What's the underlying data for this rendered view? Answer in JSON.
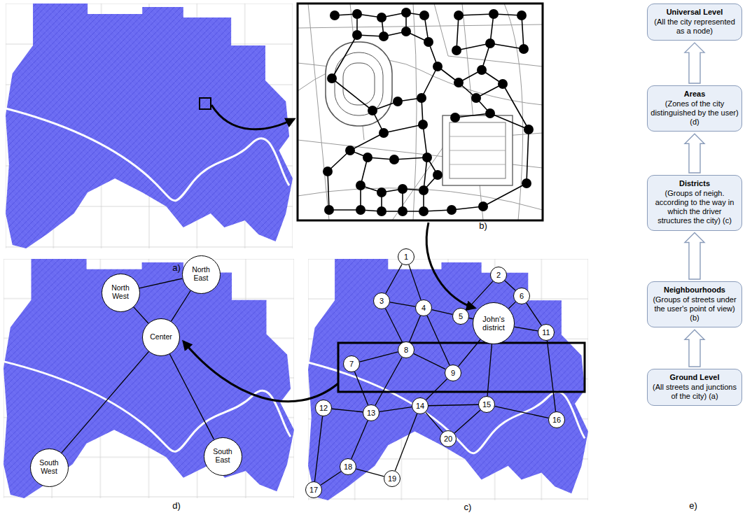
{
  "diagram": {
    "nodes": [
      {
        "text": [
          "1"
        ]
      },
      {
        "text": [
          "2"
        ]
      },
      {
        "text": [
          "3"
        ]
      },
      {
        "text": [
          "4"
        ]
      },
      {
        "text": [
          "5"
        ]
      },
      {
        "text": [
          "6"
        ]
      },
      {
        "text": [
          "7"
        ]
      },
      {
        "text": [
          "8"
        ]
      },
      {
        "text": [
          "9"
        ]
      },
      {
        "text": [
          "John's district"
        ]
      },
      {
        "text": [
          "11"
        ]
      },
      {
        "text": [
          "12"
        ]
      },
      {
        "text": [
          "13"
        ]
      },
      {
        "text": [
          "14"
        ]
      },
      {
        "text": [
          "15"
        ]
      },
      {
        "text": [
          "16"
        ]
      },
      {
        "text": [
          "17"
        ]
      },
      {
        "text": [
          "18"
        ]
      },
      {
        "text": [
          "19"
        ]
      },
      {
        "text": [
          "20"
        ]
      },
      {
        "text": [
          "North West"
        ]
      },
      {
        "text": [
          "North East"
        ]
      },
      {
        "text": [
          "Center"
        ]
      },
      {
        "text": [
          "South West"
        ]
      },
      {
        "text": [
          "South East"
        ]
      },
      {
        "text": [
          "Universal Level",
          "(All the city represented as a node)"
        ]
      },
      {
        "text": [
          "Areas",
          "(Zones of the city distinguished by the user) (d)"
        ]
      },
      {
        "text": [
          "Districts",
          "(Groups of neigh. according to the way in which the driver structures the city) (c)"
        ]
      },
      {
        "text": [
          "Neighbourhoods",
          "(Groups of streets under the user's point of view) (b)"
        ]
      },
      {
        "text": [
          "Ground Level",
          "(All streets and junctions of the city) (a)"
        ]
      }
    ],
    "edges": [
      {
        "from": 0,
        "to": 2,
        "arrow": "none"
      },
      {
        "from": 0,
        "to": 3,
        "arrow": "none"
      },
      {
        "from": 2,
        "to": 3,
        "arrow": "none"
      },
      {
        "from": 2,
        "to": 7,
        "arrow": "none"
      },
      {
        "from": 3,
        "to": 7,
        "arrow": "none"
      },
      {
        "from": 3,
        "to": 4,
        "arrow": "none"
      },
      {
        "from": 3,
        "to": 8,
        "arrow": "none"
      },
      {
        "from": 1,
        "to": 4,
        "arrow": "none"
      },
      {
        "from": 1,
        "to": 5,
        "arrow": "none"
      },
      {
        "from": 4,
        "to": 9,
        "arrow": "none"
      },
      {
        "from": 5,
        "to": 9,
        "arrow": "none"
      },
      {
        "from": 5,
        "to": 10,
        "arrow": "none"
      },
      {
        "from": 9,
        "to": 10,
        "arrow": "none"
      },
      {
        "from": 10,
        "to": 15,
        "arrow": "none"
      },
      {
        "from": 6,
        "to": 7,
        "arrow": "none"
      },
      {
        "from": 6,
        "to": 12,
        "arrow": "none"
      },
      {
        "from": 7,
        "to": 12,
        "arrow": "none"
      },
      {
        "from": 7,
        "to": 8,
        "arrow": "none"
      },
      {
        "from": 8,
        "to": 9,
        "arrow": "none"
      },
      {
        "from": 8,
        "to": 13,
        "arrow": "none"
      },
      {
        "from": 9,
        "to": 14,
        "arrow": "none"
      },
      {
        "from": 14,
        "to": 15,
        "arrow": "none"
      },
      {
        "from": 11,
        "to": 12,
        "arrow": "none"
      },
      {
        "from": 11,
        "to": 16,
        "arrow": "none"
      },
      {
        "from": 12,
        "to": 13,
        "arrow": "none"
      },
      {
        "from": 12,
        "to": 17,
        "arrow": "none"
      },
      {
        "from": 13,
        "to": 14,
        "arrow": "none"
      },
      {
        "from": 13,
        "to": 18,
        "arrow": "none"
      },
      {
        "from": 13,
        "to": 19,
        "arrow": "none"
      },
      {
        "from": 14,
        "to": 19,
        "arrow": "none"
      },
      {
        "from": 16,
        "to": 17,
        "arrow": "none"
      },
      {
        "from": 17,
        "to": 18,
        "arrow": "none"
      },
      {
        "from": 20,
        "to": 21,
        "arrow": "none"
      },
      {
        "from": 20,
        "to": 22,
        "arrow": "none"
      },
      {
        "from": 21,
        "to": 22,
        "arrow": "none"
      },
      {
        "from": 22,
        "to": 23,
        "arrow": "none"
      },
      {
        "from": 22,
        "to": 24,
        "arrow": "none"
      },
      {
        "from": 29,
        "to": 28,
        "arrow": "to"
      },
      {
        "from": 28,
        "to": 27,
        "arrow": "to"
      },
      {
        "from": 27,
        "to": 26,
        "arrow": "to"
      },
      {
        "from": 26,
        "to": 25,
        "arrow": "to"
      }
    ],
    "labels": [
      "a)",
      "b)",
      "c)",
      "d)",
      "e)"
    ]
  }
}
